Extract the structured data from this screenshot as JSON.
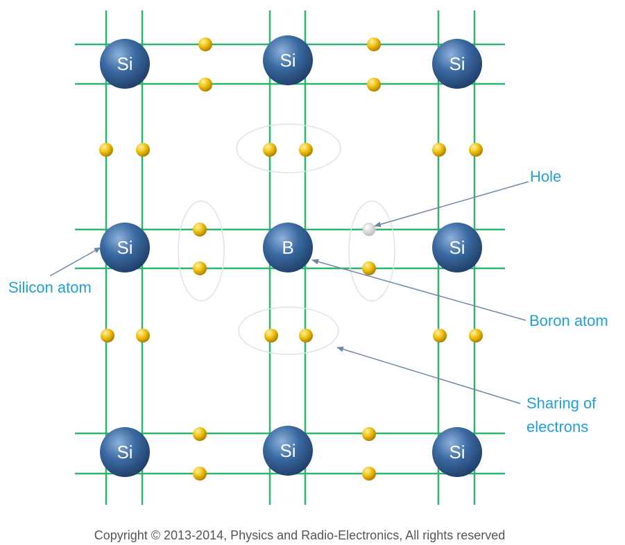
{
  "atoms": [
    {
      "label": "Si"
    },
    {
      "label": "Si"
    },
    {
      "label": "Si"
    },
    {
      "label": "Si"
    },
    {
      "label": "B"
    },
    {
      "label": "Si"
    },
    {
      "label": "Si"
    },
    {
      "label": "Si"
    },
    {
      "label": "Si"
    }
  ],
  "labels": {
    "hole": "Hole",
    "silicon_atom": "Silicon atom",
    "boron_atom": "Boron atom",
    "sharing_line1": "Sharing of",
    "sharing_line2": "electrons"
  },
  "copyright": "Copyright © 2013-2014, Physics and Radio-Electronics, All rights reserved",
  "colors": {
    "bond": "#2db36a",
    "atom": "#2f5a8a",
    "electron": "#e8b400",
    "hole": "#e8e8e8",
    "callout_text": "#1fa0d8",
    "arrow": "#6f86a8"
  }
}
